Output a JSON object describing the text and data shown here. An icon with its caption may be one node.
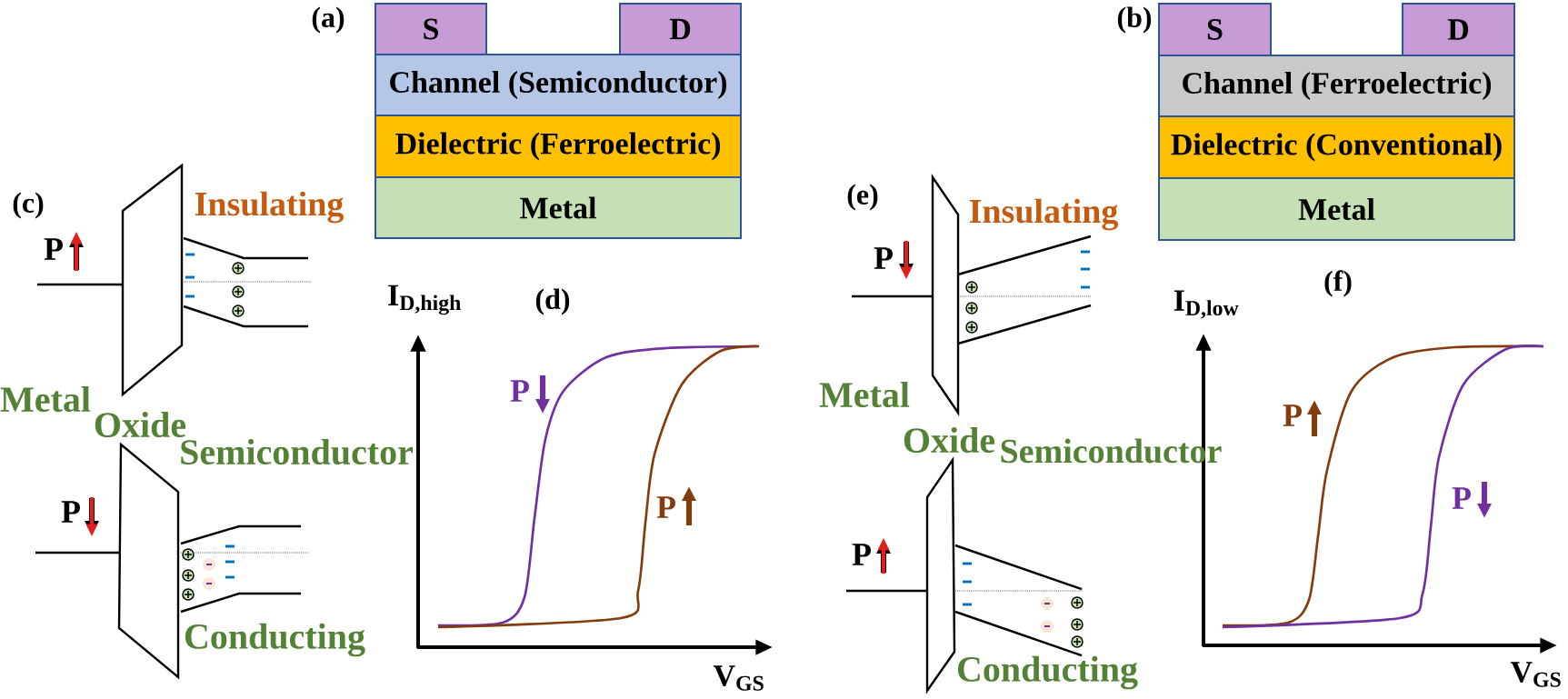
{
  "diagram": {
    "nodes": [
      {
        "text": [
          "S"
        ]
      },
      {
        "text": [
          "D"
        ]
      },
      {
        "text": [
          "Channel (Semiconductor)"
        ]
      },
      {
        "text": [
          "Dielectric (Ferroelectric)"
        ]
      },
      {
        "text": [
          "Metal"
        ]
      },
      {
        "text": [
          "S"
        ]
      },
      {
        "text": [
          "D"
        ]
      },
      {
        "text": [
          "Channel (Ferroelectric)"
        ]
      },
      {
        "text": [
          "Dielectric (Conventional)"
        ]
      },
      {
        "text": [
          "Metal"
        ]
      }
    ],
    "labels": [
      "(a)",
      "(b)",
      "(c)",
      "Insulating",
      "P",
      "Metal",
      "Oxide",
      "Semiconductor",
      "P",
      "Conducting",
      "I$_{D,high}$",
      "(d)",
      "P",
      "P",
      "V$_{GS}$",
      "(e)",
      "Insulating",
      "P",
      "Metal",
      "Oxide",
      "Semiconductor",
      "P",
      "Conducting",
      "I$_{D,low}$",
      "(f)",
      "P",
      "P",
      "V$_{GS}$"
    ]
  }
}
